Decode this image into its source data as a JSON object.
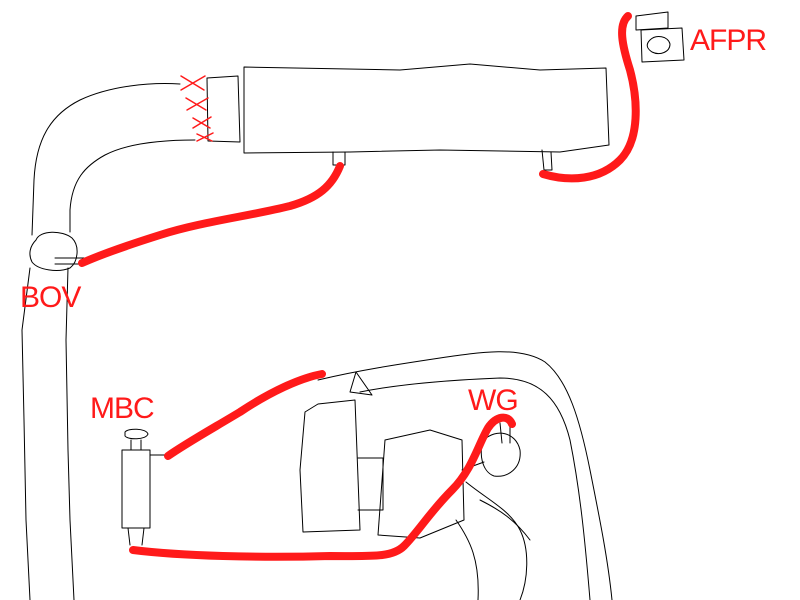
{
  "colors": {
    "line": "#000000",
    "vacuum_line": "#ff1a1a",
    "background": "#ffffff"
  },
  "labels": {
    "afpr": "AFPR",
    "bov": "BOV",
    "mbc": "MBC",
    "wg": "WG"
  }
}
